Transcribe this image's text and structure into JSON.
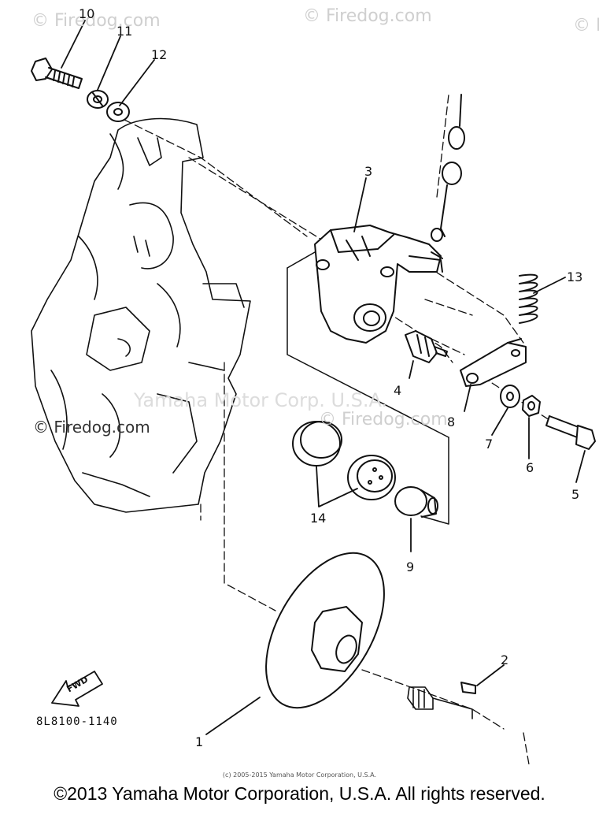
{
  "watermarks": {
    "top_left": "© Firedog.com",
    "top_right": "© Firedog.com",
    "far_right": "© F",
    "middle_left": "© Firedog.com",
    "middle_center": "© Firedog.com",
    "center": "Yamaha Motor Corp. U.S.A."
  },
  "parts": [
    {
      "id": "1",
      "label": "1"
    },
    {
      "id": "2",
      "label": "2"
    },
    {
      "id": "3",
      "label": "3"
    },
    {
      "id": "4",
      "label": "4"
    },
    {
      "id": "5",
      "label": "5"
    },
    {
      "id": "6",
      "label": "6"
    },
    {
      "id": "7",
      "label": "7"
    },
    {
      "id": "8",
      "label": "8"
    },
    {
      "id": "9",
      "label": "9"
    },
    {
      "id": "10",
      "label": "10"
    },
    {
      "id": "11",
      "label": "11"
    },
    {
      "id": "12",
      "label": "12"
    },
    {
      "id": "13",
      "label": "13"
    },
    {
      "id": "14",
      "label": "14"
    }
  ],
  "fwd_label": "FWD",
  "diagram_code": "8L8100-1140",
  "small_copyright": "(c) 2005-2015 Yamaha Motor Corporation, U.S.A.",
  "footer": "©2013 Yamaha Motor Corporation, U.S.A. All rights reserved."
}
